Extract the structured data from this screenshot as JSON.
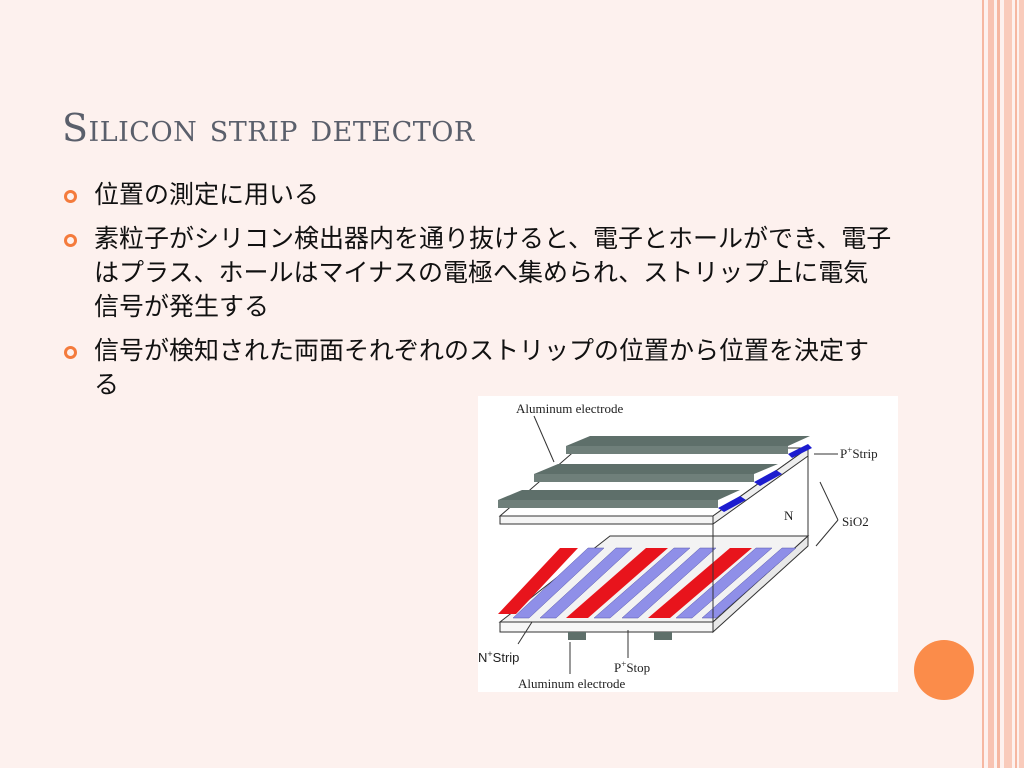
{
  "title": "Silicon strip detector",
  "bullets": [
    "位置の測定に用いる",
    "素粒子がシリコン検出器内を通り抜けると、電子とホールができ、電子はプラス、ホールはマイナスの電極へ集められ、ストリップ上に電気信号が発生する",
    "信号が検知された両面それぞれのストリップの位置から位置を決定する"
  ],
  "figure": {
    "aluminum_top": "Aluminum electrode",
    "p_strip_prefix": "P",
    "p_strip_sup": "+",
    "p_strip_suffix": "Strip",
    "n_region": "N",
    "sio2": "SiO2",
    "n_strip_prefix": "N",
    "n_strip_sup": "+",
    "n_strip_suffix": "Strip",
    "p_stop_prefix": "P",
    "p_stop_sup": "+",
    "p_stop_suffix": "Stop",
    "aluminum_bottom": "Aluminum electrode"
  },
  "colors": {
    "accent": "#f47b3c",
    "red_strip": "#e8141c",
    "blue_strip": "#8f8fe8",
    "electrode": "#5e6f6a",
    "p_strip_blue": "#1c1ccf"
  }
}
